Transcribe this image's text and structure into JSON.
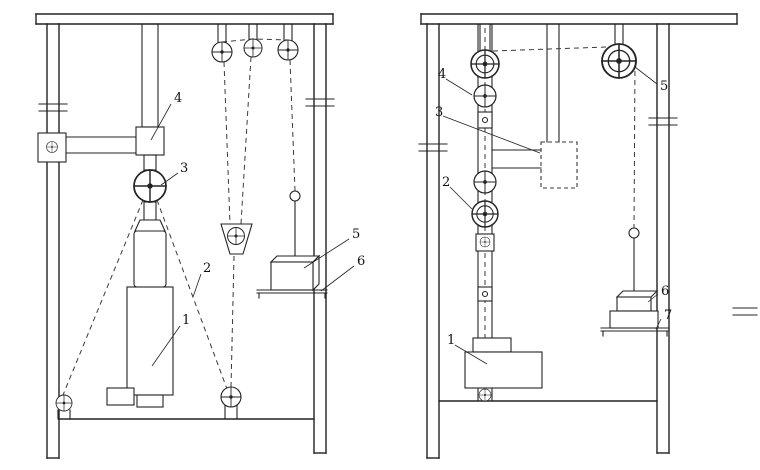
{
  "colors": {
    "line": "#232323",
    "rope_dash": "#3a3a3a",
    "background": "#ffffff",
    "label_text": "#111111"
  },
  "icons": {
    "pulley-icon": "circle-with-cross-and-hub",
    "bolt-icon": "small-crossed-circle"
  },
  "left_figure": {
    "labels": {
      "1": "1",
      "2": "2",
      "3": "3",
      "4": "4",
      "5": "5",
      "6": "6"
    }
  },
  "right_figure": {
    "labels": {
      "1": "1",
      "2": "2",
      "3": "3",
      "4": "4",
      "5": "5",
      "6": "6",
      "7": "7"
    }
  }
}
